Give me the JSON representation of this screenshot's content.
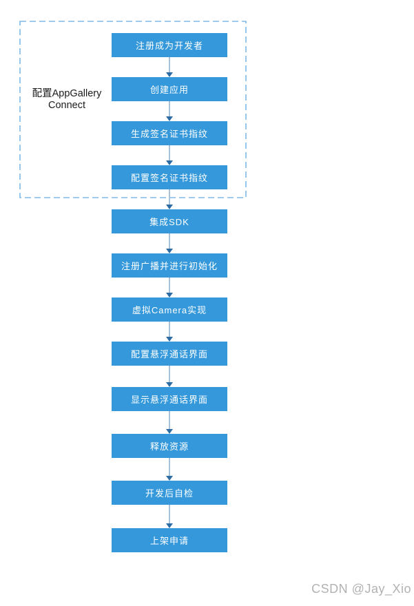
{
  "page": {
    "background_color": "#ffffff"
  },
  "group": {
    "label": "配置AppGallery Connect",
    "border_color": "#7db9e8"
  },
  "flow": {
    "box_color": "#3498db",
    "box_text_color": "#ffffff",
    "arrow_line_color": "#a6c3db",
    "arrow_head_color": "#2e6da4",
    "steps": [
      {
        "label": "注册成为开发者",
        "in_group": true
      },
      {
        "label": "创建应用",
        "in_group": true
      },
      {
        "label": "生成签名证书指纹",
        "in_group": true
      },
      {
        "label": "配置签名证书指纹",
        "in_group": true
      },
      {
        "label": "集成SDK",
        "in_group": false
      },
      {
        "label": "注册广播并进行初始化",
        "in_group": false
      },
      {
        "label": "虚拟Camera实现",
        "in_group": false
      },
      {
        "label": "配置悬浮通话界面",
        "in_group": false
      },
      {
        "label": "显示悬浮通话界面",
        "in_group": false
      },
      {
        "label": "释放资源",
        "in_group": false
      },
      {
        "label": "开发后自检",
        "in_group": false
      },
      {
        "label": "上架申请",
        "in_group": false
      }
    ]
  },
  "watermark": {
    "text": "CSDN @Jay_Xio",
    "color": "#b2b2b2"
  }
}
